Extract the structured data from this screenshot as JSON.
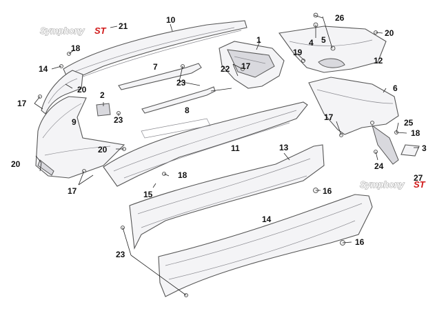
{
  "logos": [
    {
      "main": "Symphony",
      "accent": "ST"
    },
    {
      "main": "Symphony",
      "accent": "ST"
    }
  ],
  "callouts": [
    "1",
    "2",
    "3",
    "4",
    "5",
    "6",
    "7",
    "8",
    "9",
    "10",
    "11",
    "12",
    "13",
    "14",
    "15",
    "15",
    "16",
    "16",
    "17",
    "17",
    "17",
    "17",
    "17",
    "18",
    "18",
    "18",
    "19",
    "20",
    "20",
    "20",
    "20",
    "21",
    "22",
    "23",
    "23",
    "23",
    "24",
    "25",
    "26",
    "27"
  ],
  "colors": {
    "logo_accent": "#d01818",
    "line": "#555555"
  }
}
